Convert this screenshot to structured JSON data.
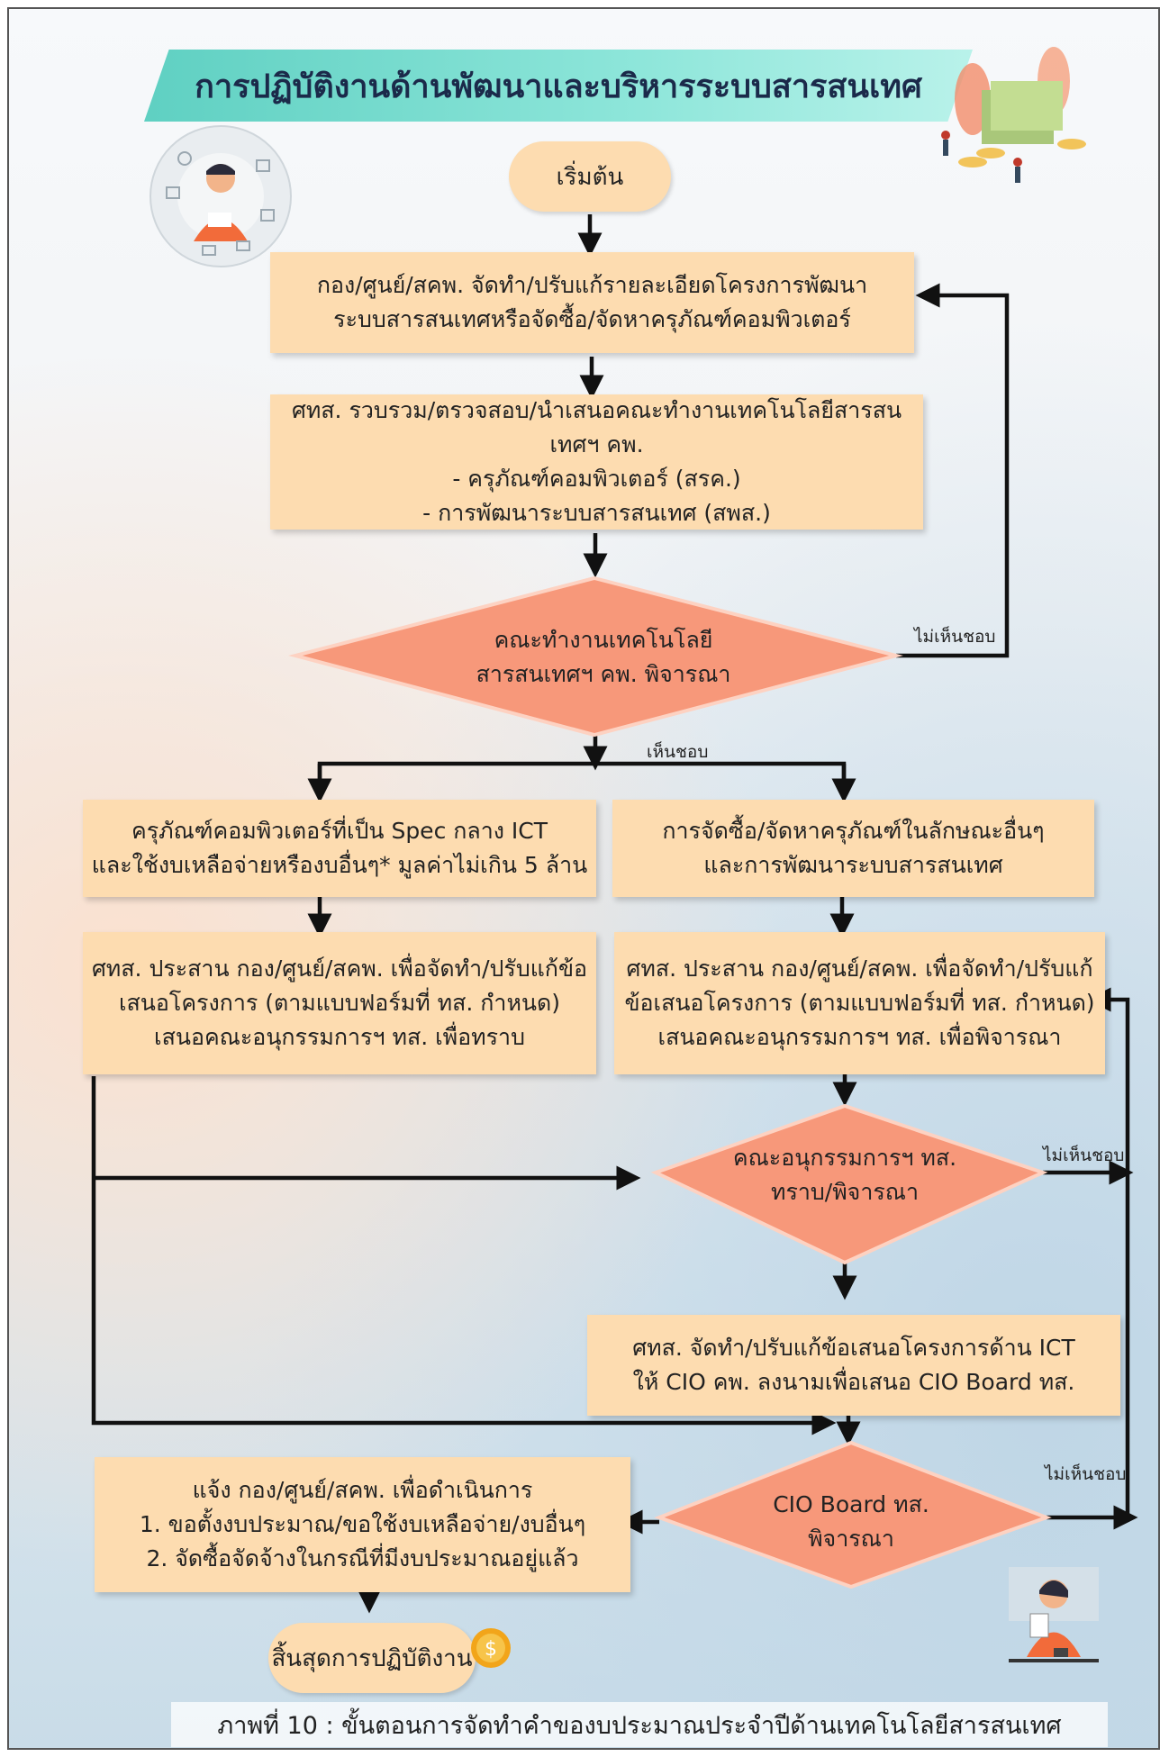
{
  "title": "การปฏิบัติงานด้านพัฒนาและบริหารระบบสารสนเทศ",
  "start": "เริ่มต้น",
  "step1": [
    "กอง/ศูนย์/สคพ. จัดทำ/ปรับแก้รายละเอียดโครงการพัฒนา",
    "ระบบสารสนเทศหรือจัดซื้อ/จัดหาครุภัณฑ์คอมพิวเตอร์"
  ],
  "step2": [
    "ศทส. รวบรวม/ตรวจสอบ/นำเสนอคณะทำงานเทคโนโลยีสารสนเทศฯ คพ.",
    "- ครุภัณฑ์คอมพิวเตอร์ (สรค.)",
    "- การพัฒนาระบบสารสนเทศ (สพส.)"
  ],
  "decision1": [
    "คณะทำงานเทคโนโลยี",
    "สารสนเทศฯ คพ. พิจารณา"
  ],
  "label_disagree": "ไม่เห็นชอบ",
  "label_agree": "เห็นชอบ",
  "left_branch": [
    "ครุภัณฑ์คอมพิวเตอร์ที่เป็น Spec กลาง ICT",
    "และใช้งบเหลือจ่ายหรืองบอื่นๆ* มูลค่าไม่เกิน 5 ล้าน"
  ],
  "right_branch": [
    "การจัดซื้อ/จัดหาครุภัณฑ์ในลักษณะอื่นๆ",
    "และการพัฒนาระบบสารสนเทศ"
  ],
  "left_step": [
    "ศทส. ประสาน กอง/ศูนย์/สคพ. เพื่อจัดทำ/ปรับแก้ข้อ",
    "เสนอโครงการ (ตามแบบฟอร์มที่ ทส. กำหนด)",
    "เสนอคณะอนุกรรมการฯ ทส. เพื่อทราบ"
  ],
  "right_step": [
    "ศทส. ประสาน กอง/ศูนย์/สคพ. เพื่อจัดทำ/ปรับแก้",
    "ข้อเสนอโครงการ (ตามแบบฟอร์มที่ ทส. กำหนด)",
    "เสนอคณะอนุกรรมการฯ ทส. เพื่อพิจารณา"
  ],
  "decision2": [
    "คณะอนุกรรมการฯ ทส.",
    "ทราบ/พิจารณา"
  ],
  "step_cio": [
    "ศทส. จัดทำ/ปรับแก้ข้อเสนอโครงการด้าน ICT",
    "ให้ CIO คพ. ลงนามเพื่อเสนอ CIO Board ทส."
  ],
  "decision3": [
    "CIO Board ทส.",
    "พิจารณา"
  ],
  "notify": [
    "แจ้ง กอง/ศูนย์/สคพ. เพื่อดำเนินการ",
    "1. ขอตั้งงบประมาณ/ขอใช้งบเหลือจ่าย/งบอื่นๆ",
    "2. จัดซื้อจัดจ้างในกรณีที่มีงบประมาณอยู่แล้ว"
  ],
  "end": "สิ้นสุดการปฏิบัติงาน",
  "caption": "ภาพที่ 10 : ขั้นตอนการจัดทำคำของบประมาณประจำปีด้านเทคโนโลยีสารสนเทศ",
  "colors": {
    "box": "#fddcb0",
    "diamond": "#f7987a",
    "banner": "#5fd0c2",
    "arrow": "#111111"
  }
}
